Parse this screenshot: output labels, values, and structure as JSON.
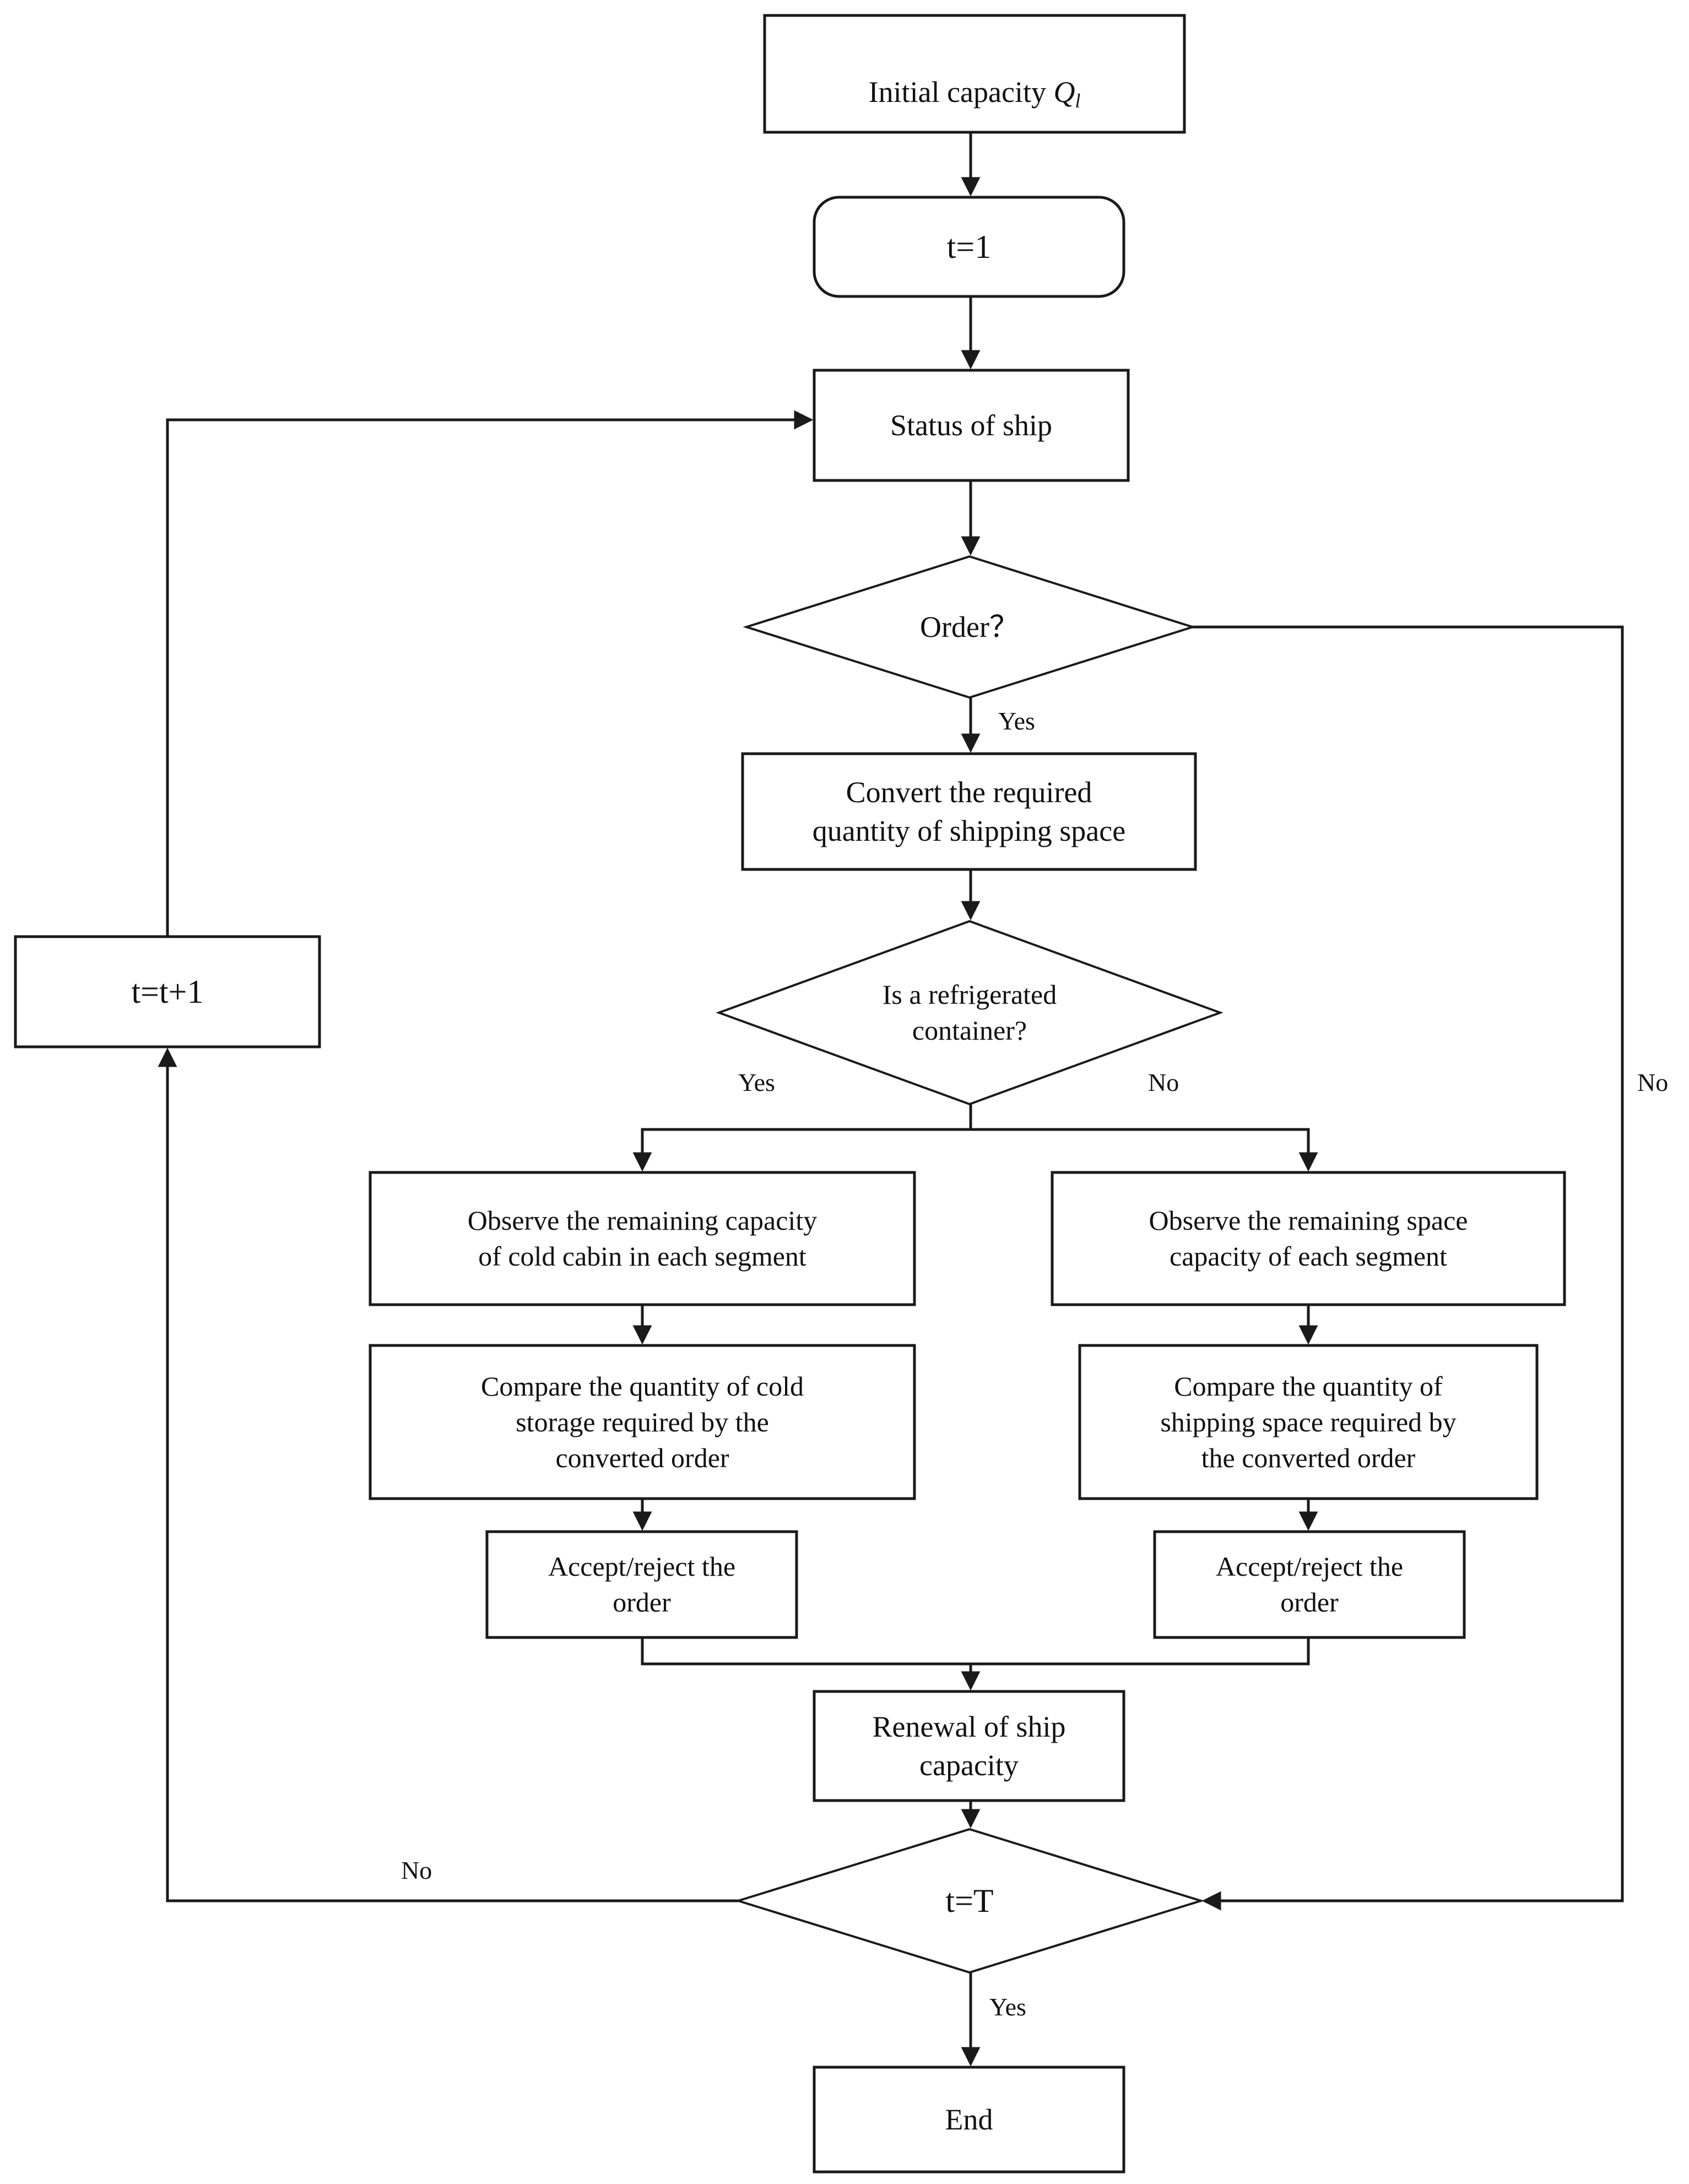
{
  "diagram": {
    "title": "Ship capacity order acceptance flowchart",
    "colors": {
      "stroke": "#1a1a1a",
      "fill": "#ffffff",
      "text": "#111111"
    },
    "nodes": {
      "initial_capacity": {
        "text_prefix": "Initial capacity ",
        "symbol": "Q",
        "subscript": "l",
        "shape": "rectangle"
      },
      "t_init": {
        "text": "t=1",
        "shape": "rounded-rectangle"
      },
      "status_of_ship": {
        "text": "Status of ship",
        "shape": "rectangle"
      },
      "order_decision": {
        "text": "Order？",
        "shape": "diamond"
      },
      "convert_required": {
        "text": "Convert the required\nquantity of shipping space",
        "shape": "rectangle"
      },
      "refrigerated_decision": {
        "text": "Is a refrigerated\ncontainer?",
        "shape": "diamond"
      },
      "observe_cold": {
        "text": "Observe the remaining capacity\nof cold cabin in each segment",
        "shape": "rectangle"
      },
      "compare_cold": {
        "text": "Compare the quantity of cold\nstorage required by the\nconverted order",
        "shape": "rectangle"
      },
      "accept_reject_left": {
        "text": "Accept/reject  the\norder",
        "shape": "rectangle"
      },
      "observe_space": {
        "text": "Observe the remaining space\ncapacity of each segment",
        "shape": "rectangle"
      },
      "compare_space": {
        "text": "Compare the quantity of\nshipping space required by\nthe converted order",
        "shape": "rectangle"
      },
      "accept_reject_right": {
        "text": "Accept/reject  the\norder",
        "shape": "rectangle"
      },
      "renewal": {
        "text": "Renewal of ship\ncapacity",
        "shape": "rectangle"
      },
      "t_equals_T": {
        "text": "t=T",
        "shape": "diamond"
      },
      "end": {
        "text": "End",
        "shape": "rectangle"
      },
      "t_increment": {
        "text": "t=t+1",
        "shape": "rectangle"
      }
    },
    "edge_labels": {
      "order_yes": "Yes",
      "order_no": "No",
      "refrigerated_yes": "Yes",
      "refrigerated_no": "No",
      "loop_no": "No",
      "end_yes": "Yes"
    }
  }
}
